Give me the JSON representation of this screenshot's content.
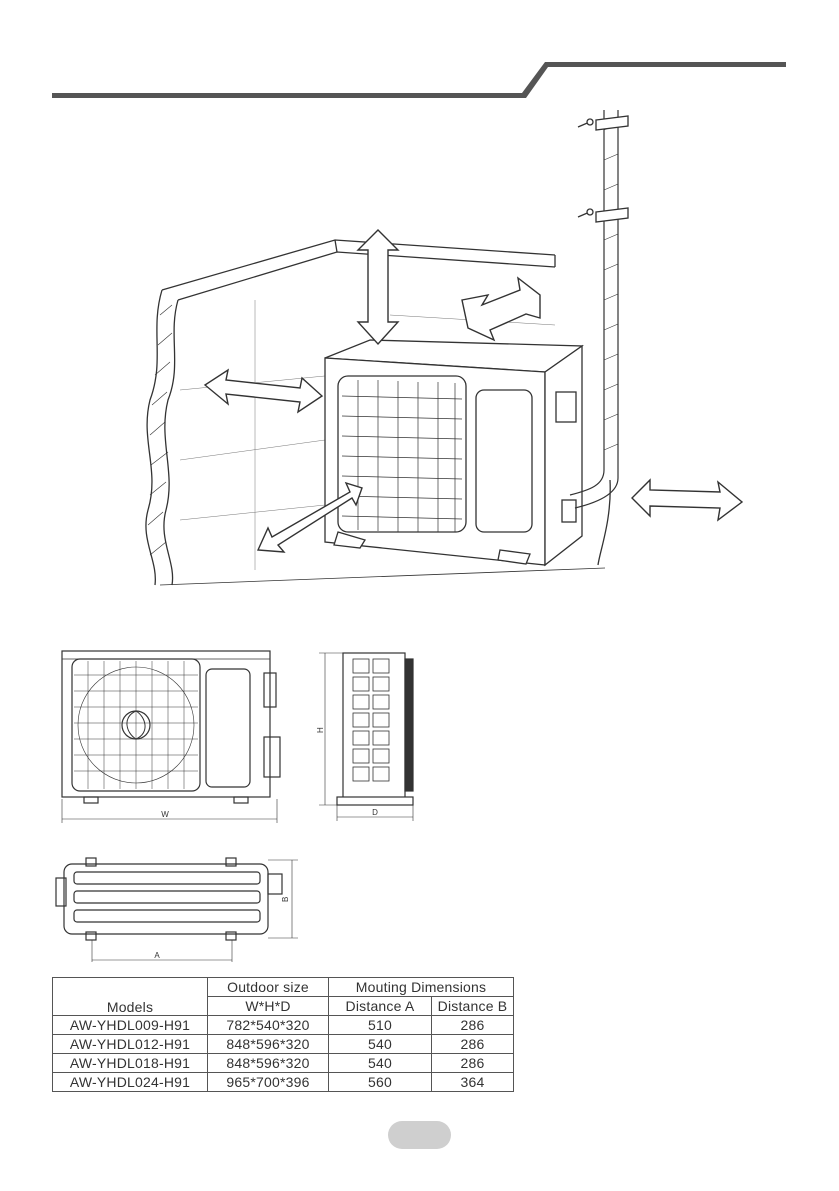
{
  "figures": {
    "front_view": {
      "width_label": "W"
    },
    "side_view": {
      "height_label": "H",
      "depth_label": "D"
    },
    "top_view": {
      "a_label": "A",
      "b_label": "B"
    }
  },
  "table": {
    "models_header": "Models",
    "outdoor_size_header": "Outdoor size",
    "mounting_header": "Mouting Dimensions",
    "whd_header": "W*H*D",
    "distance_a_header": "Distance A",
    "distance_b_header": "Distance B",
    "rows": [
      {
        "model": "AW-YHDL009-H91",
        "size": "782*540*320",
        "a": "510",
        "b": "286"
      },
      {
        "model": "AW-YHDL012-H91",
        "size": "848*596*320",
        "a": "540",
        "b": "286"
      },
      {
        "model": "AW-YHDL018-H91",
        "size": "848*596*320",
        "a": "540",
        "b": "286"
      },
      {
        "model": "AW-YHDL024-H91",
        "size": "965*700*396",
        "a": "560",
        "b": "364"
      }
    ]
  },
  "colors": {
    "header_rule": "#555555",
    "line": "#333333",
    "page_pill": "#cfcfcf"
  }
}
